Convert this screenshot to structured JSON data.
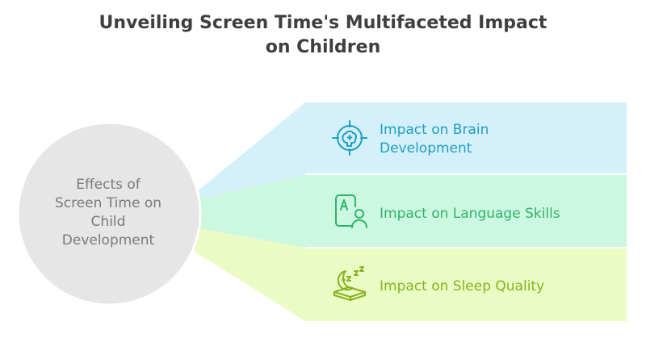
{
  "title": {
    "line1": "Unveiling Screen Time's Multifaceted Impact",
    "line2": "on Children"
  },
  "center": {
    "line1": "Effects of",
    "line2": "Screen Time on",
    "line3": "Child",
    "line4": "Development"
  },
  "branches": [
    {
      "line1": "Impact on Brain",
      "line2": "Development",
      "icon": "brain-target-icon",
      "color": "#1e9ec4",
      "fill": "#d4f1fb"
    },
    {
      "line1": "Impact on Language Skills",
      "icon": "language-user-icon",
      "color": "#2fb36a",
      "fill": "#ccf8e2"
    },
    {
      "line1": "Impact on Sleep Quality",
      "icon": "sleep-moon-icon",
      "color": "#86b31e",
      "fill": "#eafbc4"
    }
  ],
  "colors": {
    "title": "#3f3f3f",
    "circle_fill": "#e6e6e6",
    "center_text": "#7a7a7a"
  }
}
